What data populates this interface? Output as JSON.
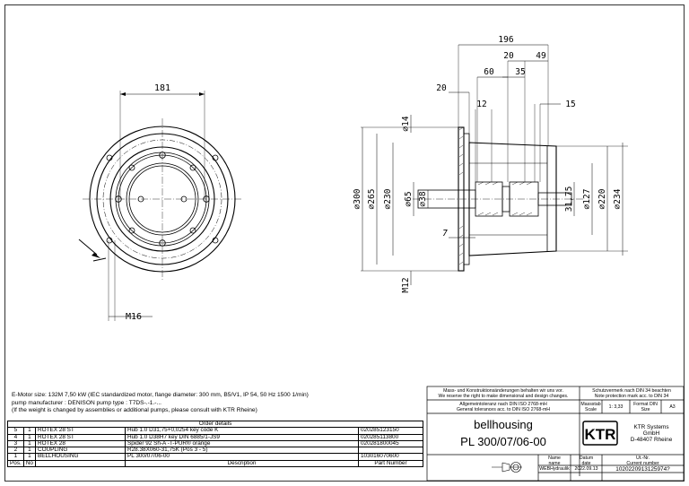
{
  "drawing": {
    "front_view": {
      "dim_width": "181",
      "dim_bottom": "M16"
    },
    "side_view": {
      "dims_top": [
        "196",
        "20",
        "49",
        "60",
        "35",
        "20",
        "12",
        "15"
      ],
      "dims_left": [
        "⌀14",
        "⌀300",
        "⌀265",
        "⌀230",
        "⌀65",
        "⌀38",
        "M12"
      ],
      "dims_right": [
        "31,75",
        "⌀127",
        "⌀220",
        "⌀234"
      ],
      "dim_gap": "7"
    }
  },
  "notes": {
    "line1": "E-Motor size:  132M  7,50 kW  (IEC standardized motor, flange diameter:  300 mm, B5/V1, IP 54, 50 Hz 1500 1/min)",
    "line2": "pump manufacturer   : DENISON                          pump type    : T7DS-.-1.-...",
    "line3": "(If the weight is changed by assemblies or additional pumps, please consult with KTR Rheine)"
  },
  "order": {
    "title": "Order details",
    "rows": [
      {
        "pos": "5",
        "qty": "1",
        "name": "ROTEX  28 ST",
        "desc": "Hub 1.0 D31,75+0,0254 key code K",
        "part": "020285123150"
      },
      {
        "pos": "4",
        "qty": "1",
        "name": "ROTEX  28 ST",
        "desc": "Hub 1.0 D38H7 key DIN 6885/1-JS9",
        "part": "020285113800"
      },
      {
        "pos": "3",
        "qty": "1",
        "name": "ROTEX  28",
        "desc": "Spider 92 Sh-A -T-PUR® orange",
        "part": "020281800045"
      },
      {
        "pos": "2",
        "qty": "1",
        "name": "COUPLING",
        "desc": "R28.38X060-31,75K  (Pos 3 - 5)",
        "part": ""
      },
      {
        "pos": "1",
        "qty": "1",
        "name": "BELLHOUSING",
        "desc": "PL  300/07/06-00",
        "part": "103016070600"
      }
    ],
    "header": {
      "pos": "Pos.",
      "qty": "No",
      "desc": "Description",
      "part": "Part Number"
    }
  },
  "titleblock": {
    "changes_de": "Mass- und Konstruktionsänderungen behalten wir uns vor.",
    "changes_en": "We reserve the right to make dimensional and design changes.",
    "protect_de": "Schutzvermerk nach DIN 34 beachten",
    "protect_en": "Note protection mark acc. to DIN 34",
    "tol_de": "Allgemeintoleranz nach DIN ISO 2768-mH",
    "tol_en": "General tolerances acc. to DIN ISO 2768-mH",
    "scale_label_de": "Massstab",
    "scale_label_en": "Scale",
    "scale_value": "1: 3,33",
    "format_label_de": "Format DIN",
    "format_label_en": "Size",
    "format_value": "A3",
    "title_line1": "bellhousing",
    "title_line2": "PL  300/07/06-00",
    "logo_text": "KTR",
    "company_line1": "KTR Systems",
    "company_line2": "GmbH",
    "company_line3": "D-48407 Rheine",
    "name_label_de": "Name",
    "name_label_en": "name",
    "date_label_de": "Datum",
    "date_label_en": "date",
    "id_label_de": "Ut.-Nr.",
    "id_label_en": "Current number",
    "author": "WEBHydraulik",
    "date": "2022.09.13",
    "number": "1020220913125974?"
  }
}
